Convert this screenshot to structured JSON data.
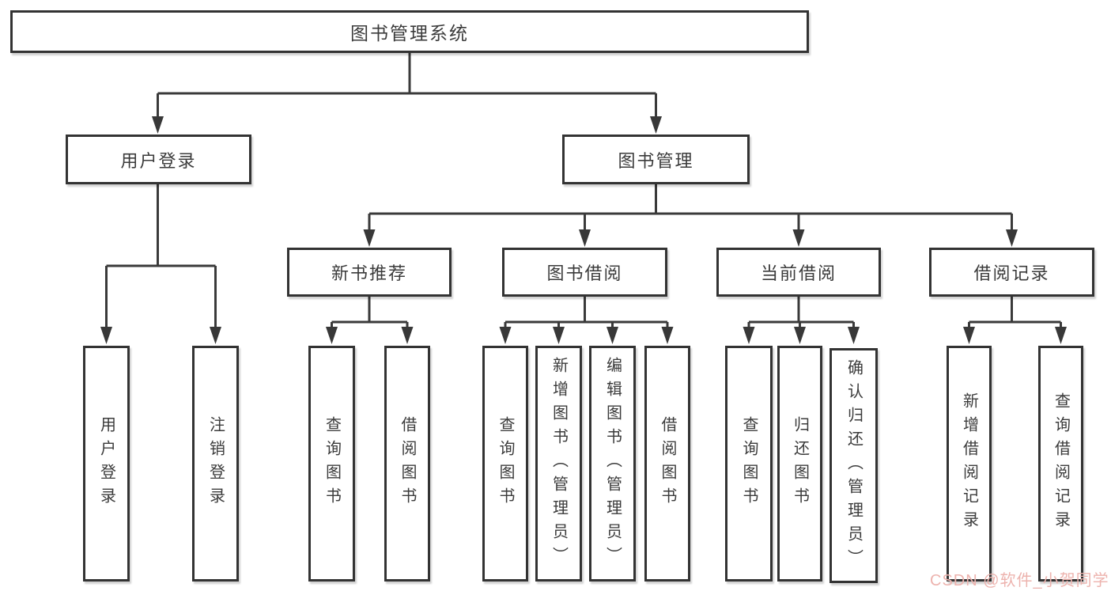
{
  "tree": {
    "root": "图书管理系统",
    "children": [
      {
        "label": "用户登录",
        "children": [
          {
            "label": "用户登录"
          },
          {
            "label": "注销登录"
          }
        ]
      },
      {
        "label": "图书管理",
        "children": [
          {
            "label": "新书推荐",
            "children": [
              {
                "label": "查询图书"
              },
              {
                "label": "借阅图书"
              }
            ]
          },
          {
            "label": "图书借阅",
            "children": [
              {
                "label": "查询图书"
              },
              {
                "label": "新增图书（管理员）"
              },
              {
                "label": "编辑图书（管理员）"
              },
              {
                "label": "借阅图书"
              }
            ]
          },
          {
            "label": "当前借阅",
            "children": [
              {
                "label": "查询图书"
              },
              {
                "label": "归还图书"
              },
              {
                "label": "确认归还（管理员）"
              }
            ]
          },
          {
            "label": "借阅记录",
            "children": [
              {
                "label": "新增借阅记录"
              },
              {
                "label": "查询借阅记录"
              }
            ]
          }
        ]
      }
    ]
  },
  "watermark": {
    "text": "CSDN @软件_小贺同学"
  },
  "colors": {
    "line": "#3a3a3a",
    "box_border": "#333333",
    "text": "#3b3b3b",
    "watermark_text": "#edb3ae",
    "background": "#ffffff"
  }
}
